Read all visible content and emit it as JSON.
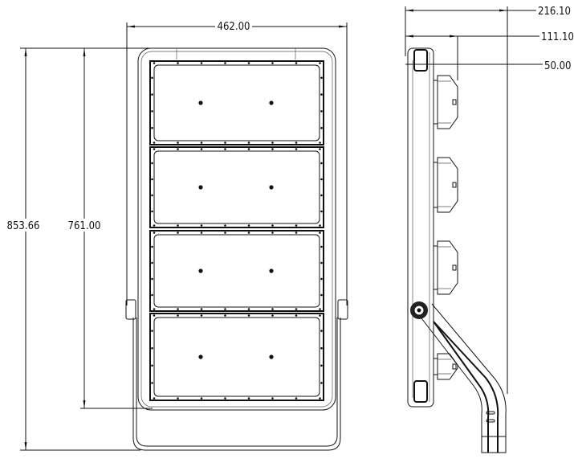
{
  "front_view": {
    "width_dim": "462.00",
    "total_height_dim": "853.66",
    "housing_height_dim": "761.00",
    "module_count": 4
  },
  "side_view": {
    "total_depth_dim": "216.10",
    "driver_depth_dim": "111.10",
    "housing_depth_dim": "50.00"
  },
  "colors": {
    "line": "#111111",
    "background": "#ffffff"
  }
}
